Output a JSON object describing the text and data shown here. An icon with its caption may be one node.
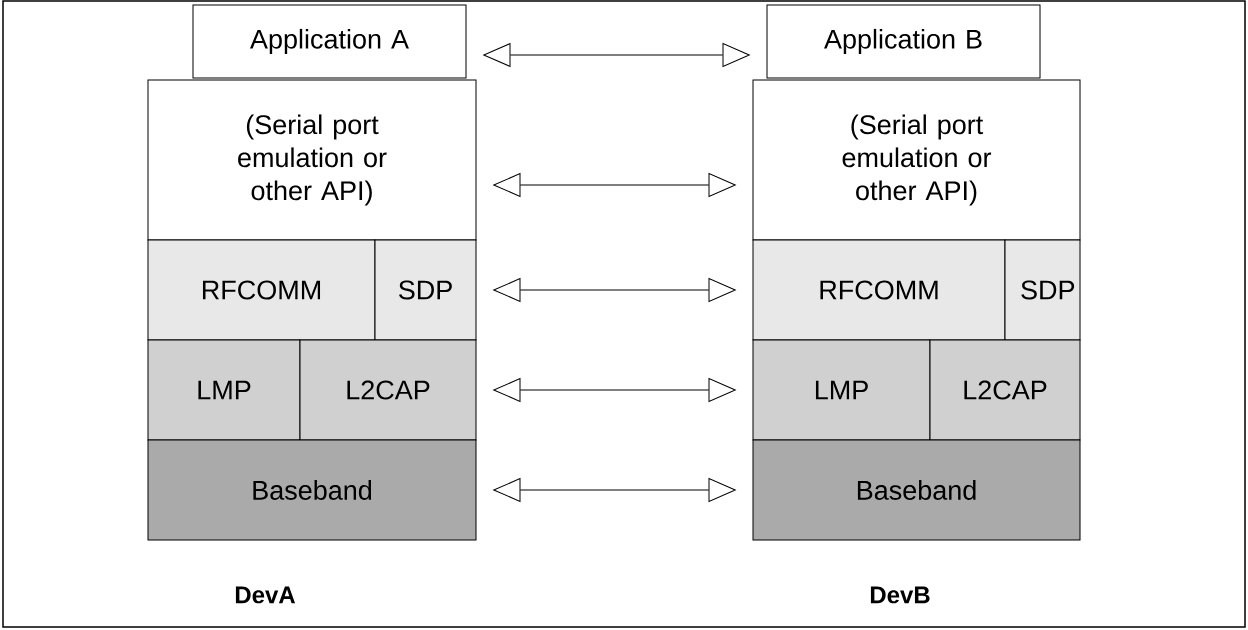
{
  "diagram": {
    "nodes": [
      {
        "text": [
          "Application A"
        ]
      },
      {
        "text": [
          "(Serial port emulation or other API)"
        ]
      },
      {
        "text": [
          "RFCOMM"
        ]
      },
      {
        "text": [
          "SDP"
        ]
      },
      {
        "text": [
          "LMP"
        ]
      },
      {
        "text": [
          "L2CAP"
        ]
      },
      {
        "text": [
          "Baseband"
        ]
      },
      {
        "text": [
          "Application B"
        ]
      },
      {
        "text": [
          "(Serial port emulation or other API)"
        ]
      },
      {
        "text": [
          "RFCOMM"
        ]
      },
      {
        "text": [
          "SDP"
        ]
      },
      {
        "text": [
          "LMP"
        ]
      },
      {
        "text": [
          "L2CAP"
        ]
      },
      {
        "text": [
          "Baseband"
        ]
      }
    ],
    "edges": [
      {
        "from": 0,
        "to": 7,
        "arrow": "both"
      },
      {
        "from": 1,
        "to": 8,
        "arrow": "both"
      },
      {
        "from": 3,
        "to": 9,
        "arrow": "both"
      },
      {
        "from": 5,
        "to": 11,
        "arrow": "both"
      },
      {
        "from": 6,
        "to": 13,
        "arrow": "both"
      }
    ],
    "labels": [
      "DevA",
      "DevB"
    ]
  }
}
